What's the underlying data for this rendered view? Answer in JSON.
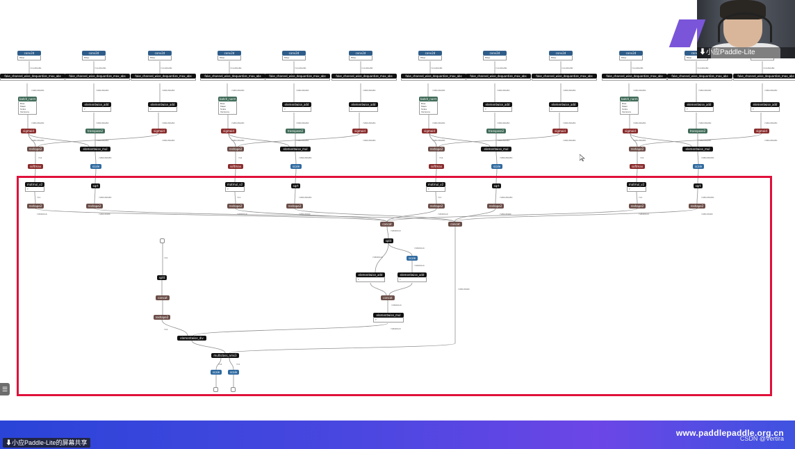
{
  "colors": {
    "highlight_border": "#e0103a",
    "banner_start": "#2a44d8",
    "banner_end": "#6c46e6",
    "conv_node": "#2f5d8a",
    "sigmoid_node": "#8a2b2b",
    "reshape_node": "#6b4d47",
    "scale_node": "#2f6aa0"
  },
  "graph": {
    "nodes": {
      "conv2d": "conv2d",
      "fake_quant": "fake_channel_wise_dequantize_max_abs",
      "batch_norm": "batch_norm",
      "elementwise_add": "elementwise_add",
      "sigmoid": "sigmoid",
      "transpose2": "transpose2",
      "reshape2": "reshape2",
      "elementwise_mul": "elementwise_mul",
      "softmax": "softmax",
      "scale": "scale",
      "matmul_v2": "matmul_v2",
      "sqrt": "sqrt",
      "concat": "concat",
      "split": "split",
      "elementwise_div": "elementwise_div",
      "multiclass_nms3": "multiclass_nms3"
    },
    "card_fields": {
      "filter": "Filter",
      "bias": "Bias",
      "mean": "Mean",
      "scale": "Scale",
      "variance": "Variance",
      "y": "Y"
    },
    "edge_labels": {
      "a": "?x1x80x80",
      "b": "?x80x80x80",
      "c": "?x4",
      "d": "?x8400x4",
      "e": "?x80x8400",
      "f": "?x2",
      "g": "?x1"
    }
  },
  "webcam": {
    "name": "小应Paddle-Lite"
  },
  "banner": {
    "url": "www.paddlepaddle.org.cn"
  },
  "share_label": "小应Paddle-Lite的屏幕共享",
  "watermark": "CSDN @Vertira",
  "side_tab_icon": "list-icon"
}
